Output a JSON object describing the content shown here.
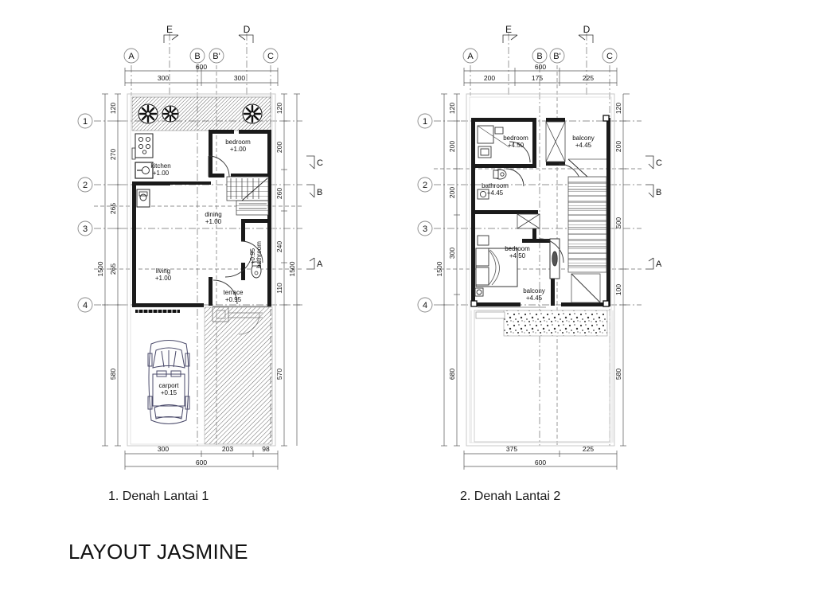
{
  "sheet": {
    "title": "LAYOUT JASMINE",
    "background": "#ffffff",
    "ink": "#1a1a1a"
  },
  "captions": {
    "floor1": "1. Denah Lantai 1",
    "floor2": "2. Denah Lantai 2"
  },
  "floor1": {
    "name": "Denah Lantai 1",
    "grid_columns": [
      "A",
      "B",
      "B'",
      "C"
    ],
    "grid_rows": [
      "1",
      "2",
      "3",
      "4"
    ],
    "section_marks_top": [
      "E",
      "D"
    ],
    "section_marks_right": [
      "C",
      "B",
      "A"
    ],
    "dims_top": {
      "overall": "600",
      "segments": [
        "300",
        "300"
      ]
    },
    "dims_bottom": {
      "overall": "600",
      "segments": [
        "300",
        "203",
        "98"
      ]
    },
    "dims_left": {
      "overall": "1500",
      "segments": [
        "120",
        "270",
        "265",
        "265"
      ],
      "carport": "580"
    },
    "dims_right": {
      "overall": "1500",
      "segments": [
        "120",
        "200",
        "260",
        "240",
        "110"
      ],
      "carport": "570"
    },
    "rooms": [
      {
        "label": "kitchen",
        "level": "+1.00"
      },
      {
        "label": "bedroom",
        "level": "+1.00"
      },
      {
        "label": "dining",
        "level": "+1.00"
      },
      {
        "label": "living",
        "level": "+1.00"
      },
      {
        "label": "bathroom",
        "level": "+0.95"
      },
      {
        "label": "terrace",
        "level": "+0.95"
      },
      {
        "label": "carport",
        "level": "+0.15"
      }
    ]
  },
  "floor2": {
    "name": "Denah Lantai 2",
    "grid_columns": [
      "A",
      "B",
      "B'",
      "C"
    ],
    "grid_rows": [
      "1",
      "2",
      "3",
      "4"
    ],
    "section_marks_top": [
      "E",
      "D"
    ],
    "section_marks_right": [
      "C",
      "B",
      "A"
    ],
    "dims_top": {
      "overall": "600",
      "segments": [
        "200",
        "175",
        "225"
      ]
    },
    "dims_bottom": {
      "overall": "600",
      "segments": [
        "375",
        "225"
      ]
    },
    "dims_left": {
      "overall": "1500",
      "segments": [
        "120",
        "200",
        "200",
        "300"
      ],
      "lower": "680"
    },
    "dims_right": {
      "overall": "1500",
      "segments": [
        "120",
        "200",
        "500",
        "100"
      ],
      "lower": "580"
    },
    "rooms": [
      {
        "label": "bedroom",
        "level": "+4.50"
      },
      {
        "label": "balcony",
        "level": "+4.45"
      },
      {
        "label": "bathroom",
        "level": "+4.45"
      },
      {
        "label": "bedroom",
        "level": "+4.50"
      },
      {
        "label": "balcony",
        "level": "+4.45"
      }
    ]
  }
}
